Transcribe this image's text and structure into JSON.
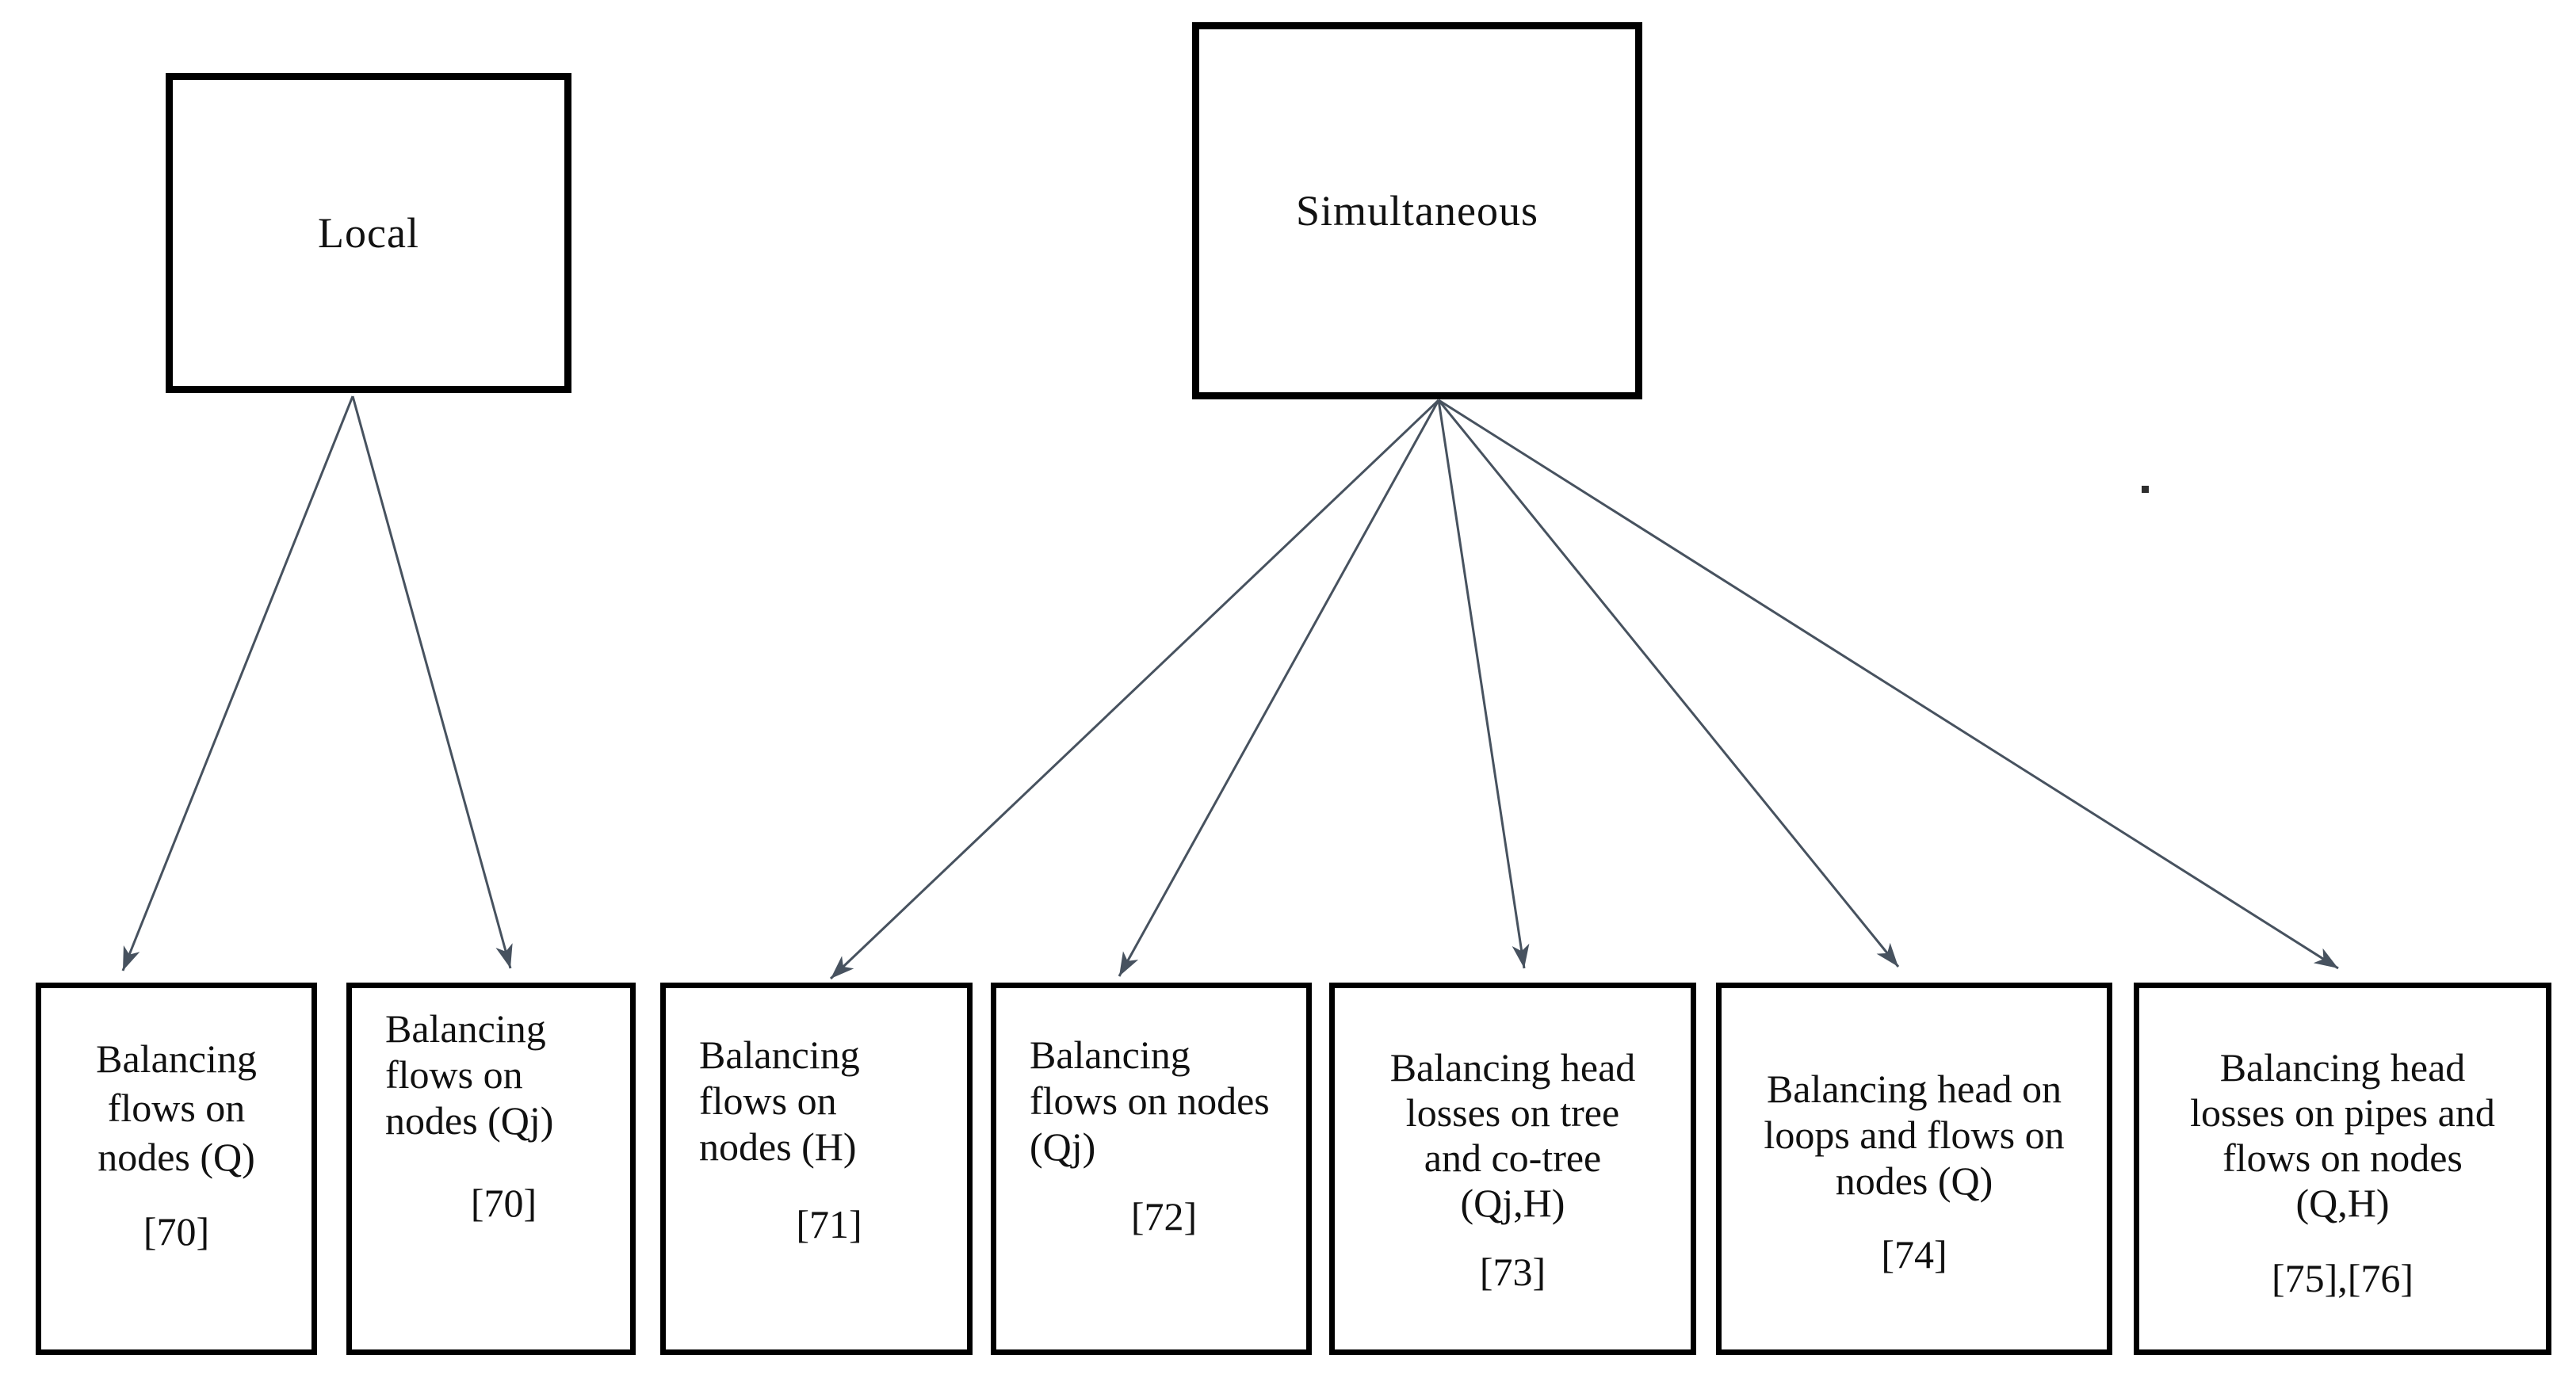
{
  "diagram": {
    "colors": {
      "arrow": "#47525f",
      "border": "#000000",
      "text": "#111111",
      "background": "#ffffff"
    },
    "parents": [
      {
        "id": "local",
        "label": "Local"
      },
      {
        "id": "simultaneous",
        "label": "Simultaneous"
      }
    ],
    "children": [
      {
        "parent": "local",
        "lines": [
          "Balancing",
          "flows on",
          "nodes (Q)"
        ],
        "ref": "[70]"
      },
      {
        "parent": "local",
        "lines": [
          "Balancing",
          "flows on",
          "nodes (Qj)"
        ],
        "ref": "[70]"
      },
      {
        "parent": "simultaneous",
        "lines": [
          "Balancing",
          "flows on",
          "nodes (H)"
        ],
        "ref": "[71]"
      },
      {
        "parent": "simultaneous",
        "lines": [
          "Balancing",
          "flows on nodes",
          "(Qj)"
        ],
        "ref": "[72]"
      },
      {
        "parent": "simultaneous",
        "lines": [
          "Balancing head",
          "losses on tree",
          "and co-tree",
          "(Qj,H)"
        ],
        "ref": "[73]"
      },
      {
        "parent": "simultaneous",
        "lines": [
          "Balancing head on",
          "loops and flows on",
          "nodes (Q)"
        ],
        "ref": "[74]"
      },
      {
        "parent": "simultaneous",
        "lines": [
          "Balancing head",
          "losses on pipes and",
          "flows on nodes",
          "(Q,H)"
        ],
        "ref": "[75],[76]"
      }
    ]
  }
}
